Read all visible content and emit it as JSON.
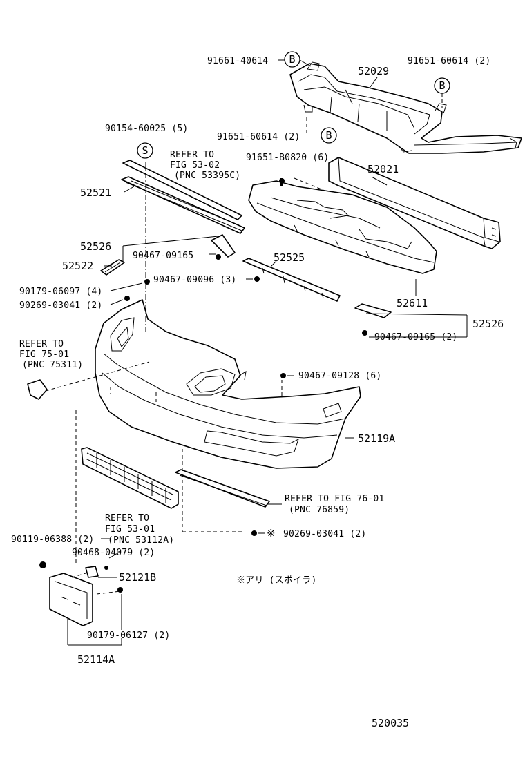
{
  "diagram": {
    "callouts": {
      "c_91661": "91661-40614",
      "c_91651_top": "91651-60614 (2)",
      "c_52029": "52029",
      "c_91651_mid": "91651-60614 (2)",
      "c_90154": "90154-60025 (5)",
      "c_refer53_02_a": "REFER TO",
      "c_refer53_02_b": "FIG 53-02",
      "c_refer53_02_c": "(PNC 53395C)",
      "c_91651_b0820": "91651-B0820 (6)",
      "c_52021": "52021",
      "c_52521": "52521",
      "c_52526_l": "52526",
      "c_90467_09165_a": "90467-09165",
      "c_52522": "52522",
      "c_52525": "52525",
      "c_90179_06097": "90179-06097 (4)",
      "c_90467_09096": "90467-09096 (3)",
      "c_90269_03041_a": "90269-03041 (2)",
      "c_52611": "52611",
      "c_52526_r": "52526",
      "c_90467_09165_b": "90467-09165 (2)",
      "c_refer75_a": "REFER TO",
      "c_refer75_b": "FIG 75-01",
      "c_refer75_c": "(PNC 75311)",
      "c_90467_09128": "90467-09128 (6)",
      "c_52119a": "52119A",
      "c_refer76_a": "REFER TO FIG 76-01",
      "c_refer76_b": "(PNC 76859)",
      "c_refer53_01_a": "REFER TO",
      "c_refer53_01_b": "FIG 53-01",
      "c_refer53_01_c": "(PNC 53112A)",
      "c_90269_03041_b": "90269-03041 (2)",
      "c_90119": "90119-06388 (2)",
      "c_90468": "90468-04079 (2)",
      "c_52121b": "52121B",
      "c_spoiler_note": "※アリ (スポイラ)",
      "c_90179_06127": "90179-06127 (2)",
      "c_52114a": "52114A",
      "c_illustration": "520035"
    },
    "markers": {
      "b": "B",
      "s": "S",
      "ref_mark": "※"
    }
  }
}
